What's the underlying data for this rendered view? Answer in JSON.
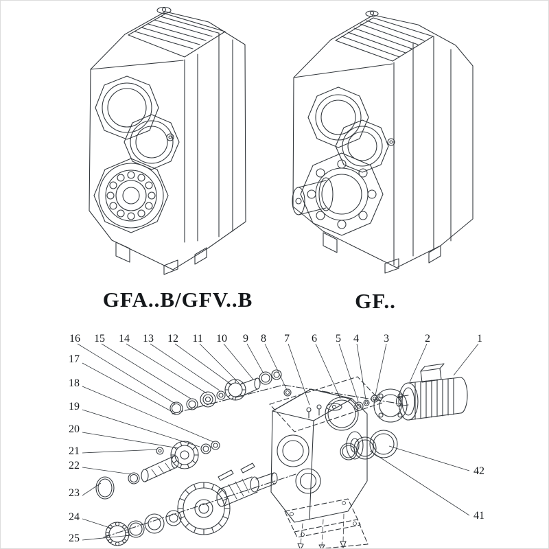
{
  "page": {
    "background": "#ffffff",
    "line_color": "#33383d",
    "text_color": "#15181b"
  },
  "models": {
    "left_label": "GFA..B/GFV..B",
    "right_label": "GF.."
  },
  "callouts": {
    "top": [
      "16",
      "15",
      "14",
      "13",
      "12",
      "11",
      "10",
      "9",
      "8",
      "7",
      "6",
      "5",
      "4",
      "3",
      "2",
      "1"
    ],
    "left": [
      "17",
      "18",
      "19",
      "20",
      "21",
      "22",
      "23",
      "24",
      "25"
    ],
    "right": [
      "42",
      "41"
    ]
  }
}
